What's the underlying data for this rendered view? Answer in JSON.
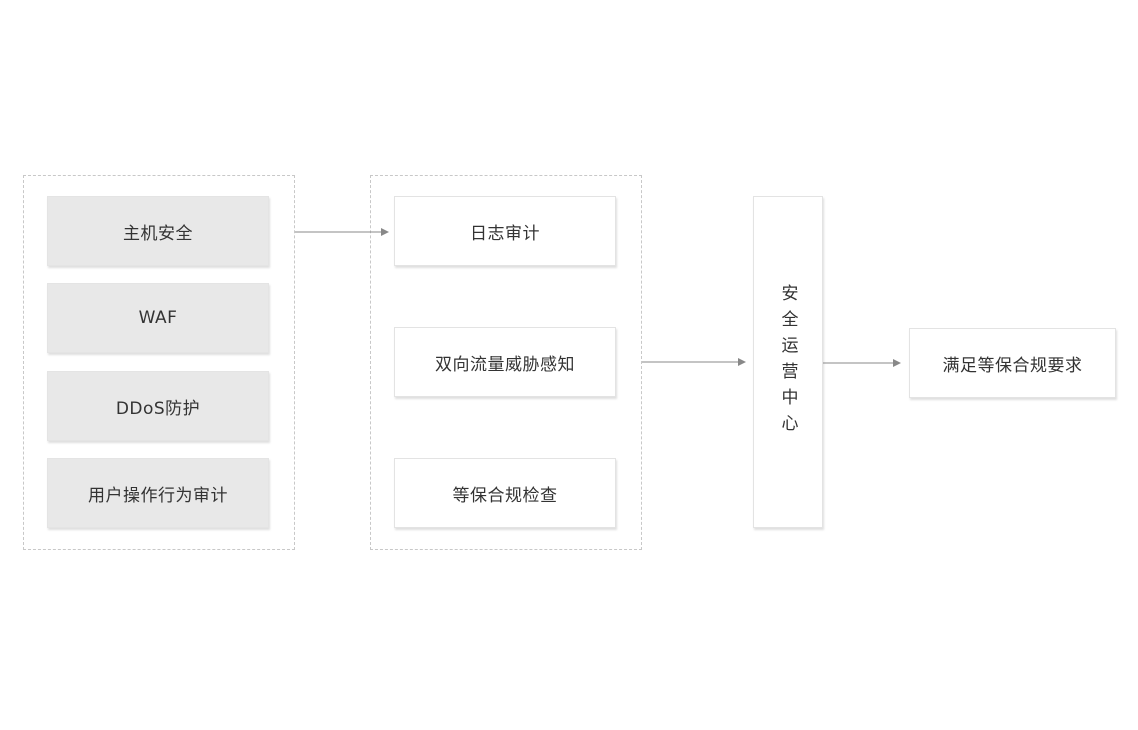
{
  "group1": {
    "items": [
      "主机安全",
      "WAF",
      "DDoS防护",
      "用户操作行为审计"
    ]
  },
  "group2": {
    "items": [
      "日志审计",
      "双向流量威胁感知",
      "等保合规检查"
    ]
  },
  "center": {
    "label": "安全运营中心"
  },
  "result": {
    "label": "满足等保合规要求"
  },
  "colors": {
    "grey_box": "#e8e8e8",
    "white_box": "#ffffff",
    "dashed_border": "#c8c8c8",
    "arrow": "#888888",
    "text": "#333333"
  }
}
